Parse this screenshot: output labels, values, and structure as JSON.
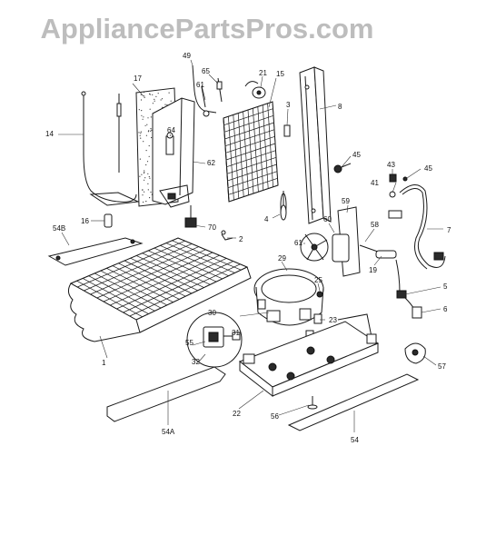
{
  "watermark": "AppliancePartsPros.com",
  "callouts": {
    "p1": "1",
    "p2": "2",
    "p3": "3",
    "p4": "4",
    "p5": "5",
    "p6": "6",
    "p7": "7",
    "p8": "8",
    "p14": "14",
    "p15": "15",
    "p16": "16",
    "p17": "17",
    "p19": "19",
    "p21": "21",
    "p22": "22",
    "p23": "23",
    "p25": "25",
    "p29": "29",
    "p30": "30",
    "p31": "31",
    "p32": "32",
    "p41": "41",
    "p43": "43",
    "p45a": "45",
    "p45b": "45",
    "p49": "49",
    "p54": "54",
    "p54A": "54A",
    "p54B": "54B",
    "p55": "55",
    "p56": "56",
    "p57": "57",
    "p58": "58",
    "p59": "59",
    "p60": "60",
    "p61a": "61",
    "p61b": "61",
    "p62": "62",
    "p64": "64",
    "p65": "65",
    "p70": "70"
  }
}
